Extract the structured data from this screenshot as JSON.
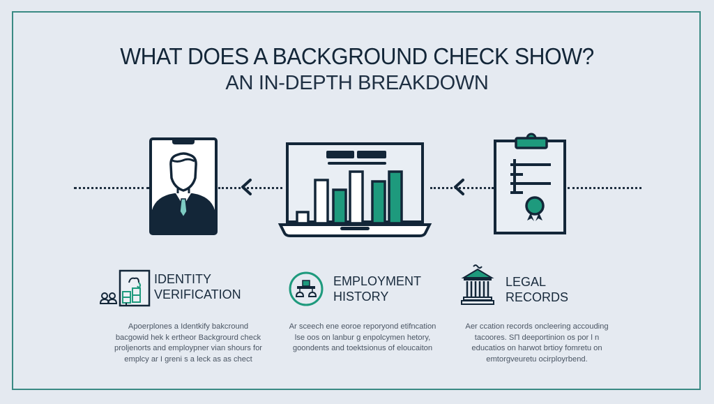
{
  "header": {
    "title": "WHAT DOES A BACKGROUND CHECK SHOW?",
    "subtitle": "AN IN-DEPTH BREAKDOWN"
  },
  "colors": {
    "navy": "#132638",
    "teal": "#1e9a7d",
    "light_teal": "#7dcbc2",
    "frame": "#3a8a84",
    "background": "#e4e9f0"
  },
  "illustrations": [
    {
      "name": "id-photo-card",
      "icon": "person-id-card-icon"
    },
    {
      "name": "laptop-bar-chart",
      "icon": "laptop-chart-icon"
    },
    {
      "name": "clipboard-certificate",
      "icon": "clipboard-award-icon"
    }
  ],
  "sections": [
    {
      "icon": "identity-document-icon",
      "title_line1": "IDENTITY",
      "title_line2": "VERIFICATION",
      "description": [
        "Apoerplones a Identkify bakcround",
        "bacgowid hek k ertheor Backgrourd check",
        "proljenorts and employpner vian shours for",
        "emplcy ar I greni s a leck as as chect"
      ]
    },
    {
      "icon": "org-chart-circle-icon",
      "title_line1": "EMPLOYMENT",
      "title_line2": "HISTORY",
      "description": [
        "Ar sceech ene eoroe reporyond etifncation",
        "lse oos on lanbur g enpolcymen hetory,",
        "goondents and toektsionus of eloucaiton"
      ]
    },
    {
      "icon": "courthouse-icon",
      "title_line1": "LEGAL",
      "title_line2": "RECORDS",
      "description": [
        "Aer ccation records oncleering accouding",
        "tacoores. SП deeportinion os por l n",
        "educatios on harwot brtioy fomretu on",
        "emtorgveuretu ocirployrbend."
      ]
    }
  ]
}
